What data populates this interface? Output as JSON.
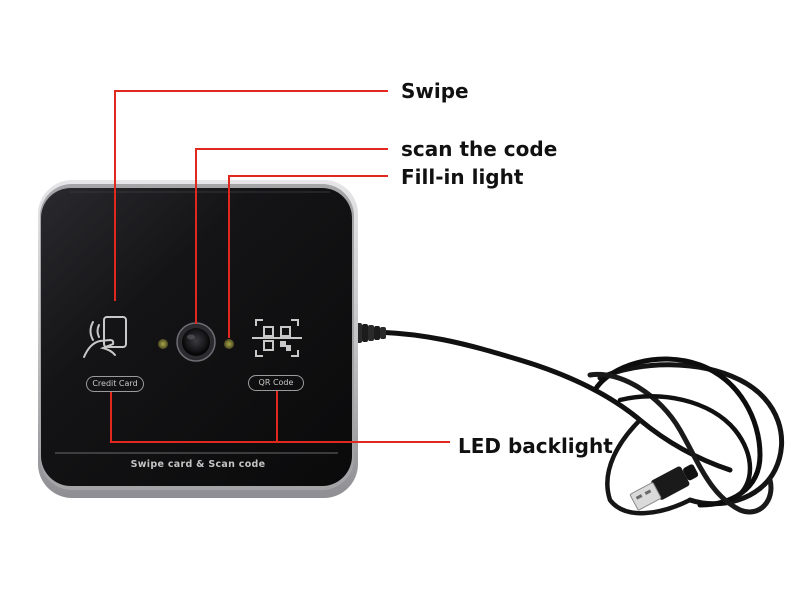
{
  "callouts": {
    "swipe": "Swipe",
    "scan": "scan the code",
    "fill_light": "Fill-in light",
    "led_backlight": "LED backlight"
  },
  "device": {
    "credit_card_label": "Credit Card",
    "qr_code_label": "QR Code",
    "footer_label": "Swipe card & Scan code"
  },
  "colors": {
    "leader_line": "#e0281f",
    "body": "#111114",
    "bezel": "#c9c9cc",
    "indicator": "#6b6a2a"
  },
  "icons": [
    "card-tap-icon",
    "camera-lens-icon",
    "qr-code-icon",
    "usb-plug-icon"
  ]
}
